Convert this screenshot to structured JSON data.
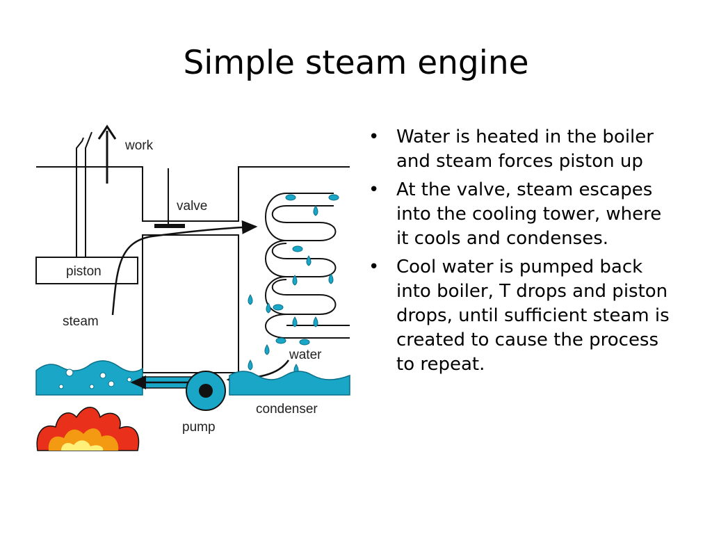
{
  "slide": {
    "title": "Simple steam engine"
  },
  "diagram": {
    "labels": {
      "work": "work",
      "valve": "valve",
      "piston": "piston",
      "steam": "steam",
      "water": "water",
      "pump": "pump",
      "condenser": "condenser"
    },
    "colors": {
      "water": "#1aa7c7",
      "flame_outer": "#e8301a",
      "flame_mid": "#f39a12",
      "flame_inner": "#fff07a",
      "outline": "#111111"
    }
  },
  "bullets": [
    "Water is heated in the boiler and steam forces piston up",
    "At the valve, steam escapes into the cooling tower, where it cools and condenses.",
    "Cool water is pumped back into boiler, T drops and piston drops, until sufficient steam is created to cause the process to repeat."
  ]
}
